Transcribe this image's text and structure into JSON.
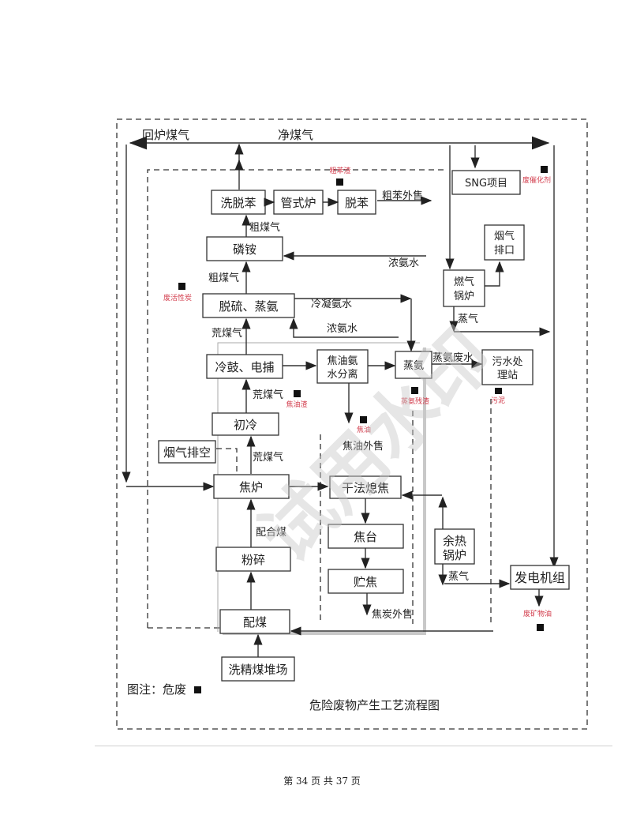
{
  "diagram": {
    "title": "危险废物产生工艺流程图",
    "legend": {
      "label": "图注：危废",
      "symbol": "hazardous-waste-square"
    },
    "watermark": "试用水印",
    "flows": {
      "return_gas": "回炉煤气",
      "clean_gas": "净煤气",
      "crude_gas": "粗煤气",
      "crude_gas2": "粗煤气",
      "raw_gas_1": "荒煤气",
      "raw_gas_2": "荒煤气",
      "raw_gas_3": "荒煤气",
      "crude_benzene_sale": "粗苯外售",
      "conc_ammonia_1": "浓氨水",
      "conc_ammonia_2": "浓氨水",
      "condensed_ammonia": "冷凝氨水",
      "steam_1": "蒸气",
      "steam_2": "蒸气",
      "ammonia_wastewater": "蒸氨废水",
      "tar_sale": "焦油外售",
      "blend_coal": "配合煤",
      "coke_sale": "焦炭外售"
    },
    "nodes": {
      "benzene_wash": "洗脱苯",
      "tube_furnace": "管式炉",
      "debenzene": "脱苯",
      "ammonium_phosphate": "磷铵",
      "desulfurization": "脱硫、蒸氨",
      "cooling_capture": "冷鼓、电捕",
      "tar_separation_l1": "焦油氨",
      "tar_separation_l2": "水分离",
      "ammonia_still": "蒸氨",
      "primary_cooling": "初冷",
      "flue_exhaust": "烟气排空",
      "coke_oven": "焦炉",
      "dry_quench": "干法熄焦",
      "coke_platform": "焦台",
      "coke_storage": "贮焦",
      "crushing": "粉碎",
      "coal_blending": "配煤",
      "coal_yard": "洗精煤堆场",
      "sng_project": "SNG项目",
      "flue_outlet_l1": "烟气",
      "flue_outlet_l2": "排口",
      "gas_boiler_l1": "燃气",
      "gas_boiler_l2": "锅炉",
      "wastewater_plant_l1": "污水处",
      "wastewater_plant_l2": "理站",
      "waste_heat_boiler_l1": "余热",
      "waste_heat_boiler_l2": "锅炉",
      "generator": "发电机组"
    },
    "hazardous_wastes": {
      "crude_benzene_residue": "粗苯渣",
      "spent_catalyst": "废催化剂",
      "spent_activated_carbon": "废活性炭",
      "tar_residue": "焦油渣",
      "tar": "焦油",
      "ammonia_still_residue": "蒸氨残渣",
      "sludge": "污泥",
      "waste_mineral_oil": "废矿物油"
    }
  },
  "footer": {
    "page_text": "第 34 页 共 37 页"
  }
}
